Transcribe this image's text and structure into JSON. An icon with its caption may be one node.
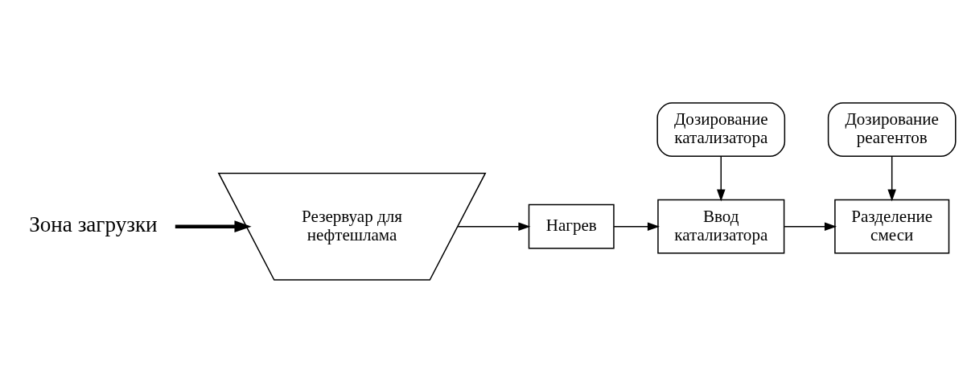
{
  "diagram": {
    "nodes": [
      {
        "text": [
          "Зона загрузки"
        ]
      },
      {
        "text": [
          "Резервуар для нефтешлама"
        ]
      },
      {
        "text": [
          "Нагрев"
        ]
      },
      {
        "text": [
          "Дозирование катализатора"
        ]
      },
      {
        "text": [
          "Ввод катализатора"
        ]
      },
      {
        "text": [
          "Разделение смеси"
        ]
      },
      {
        "text": [
          "Дозирование реагентов"
        ]
      }
    ],
    "edges": [
      {
        "from": 0,
        "to": 1,
        "arrow": "to",
        "style": "thick"
      },
      {
        "from": 1,
        "to": 2,
        "arrow": "to"
      },
      {
        "from": 2,
        "to": 4,
        "arrow": "to"
      },
      {
        "from": 3,
        "to": 4,
        "arrow": "to"
      },
      {
        "from": 4,
        "to": 5,
        "arrow": "to"
      },
      {
        "from": 6,
        "to": 5,
        "arrow": "to"
      }
    ]
  }
}
